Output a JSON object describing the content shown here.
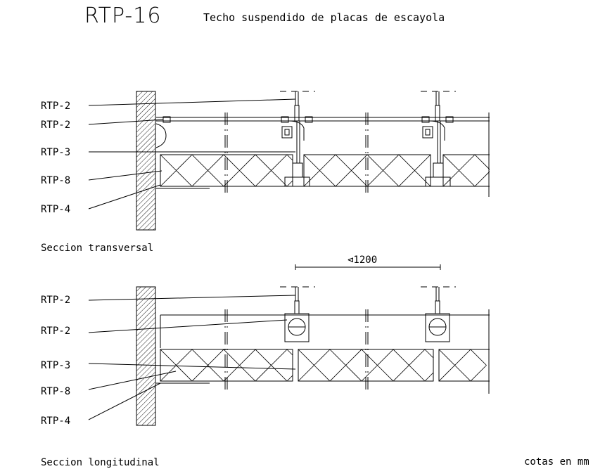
{
  "title": {
    "code": "RTP-16",
    "description": "Techo suspendido de placas de escayola"
  },
  "transverse_section": {
    "caption": "Seccion transversal",
    "labels": [
      "RTP-2",
      "RTP-2",
      "RTP-3",
      "RTP-8",
      "RTP-4"
    ]
  },
  "longitudinal_section": {
    "caption": "Seccion longitudinal",
    "labels": [
      "RTP-2",
      "RTP-2",
      "RTP-3",
      "RTP-8",
      "RTP-4"
    ]
  },
  "dimension": {
    "value": "⊲1200"
  },
  "units_note": "cotas en mm"
}
